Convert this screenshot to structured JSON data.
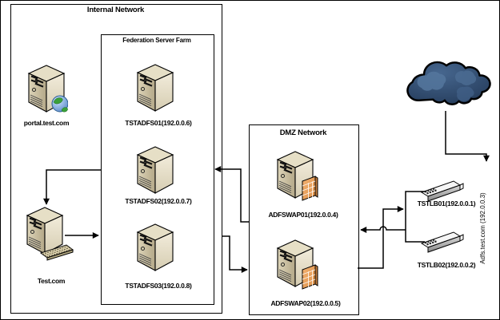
{
  "internal_network": {
    "title": "Internal Network",
    "portal_server": "portal.test.com",
    "test_server": "Test.com",
    "federation_farm": {
      "title": "Federation Server Farm",
      "servers": [
        "TSTADFS01(192.0.0.6)",
        "TSTADFS02(192.0.0.7)",
        "TSTADFS03(192.0.0.8)"
      ]
    }
  },
  "dmz_network": {
    "title": "DMZ Network",
    "servers": [
      "ADFSWAP01(192.0.0.4)",
      "ADFSWAP02(192.0.0.5)"
    ]
  },
  "external": {
    "cloud": "internet-cloud",
    "load_balancers": [
      "TSTLB01(192.0.0.1)",
      "TSTLB02(192.0.0.2)"
    ],
    "endpoint": "Adfs.test.com (192.0.0.3)"
  },
  "colors": {
    "line": "#000000",
    "server_front": "#cfc5a4",
    "server_side": "#ece6d2",
    "brick_orange": "#e8a25e",
    "cloud_dark": "#1d2e44",
    "cloud_mid": "#3c5a7e",
    "cloud_light": "#5e81a8"
  }
}
